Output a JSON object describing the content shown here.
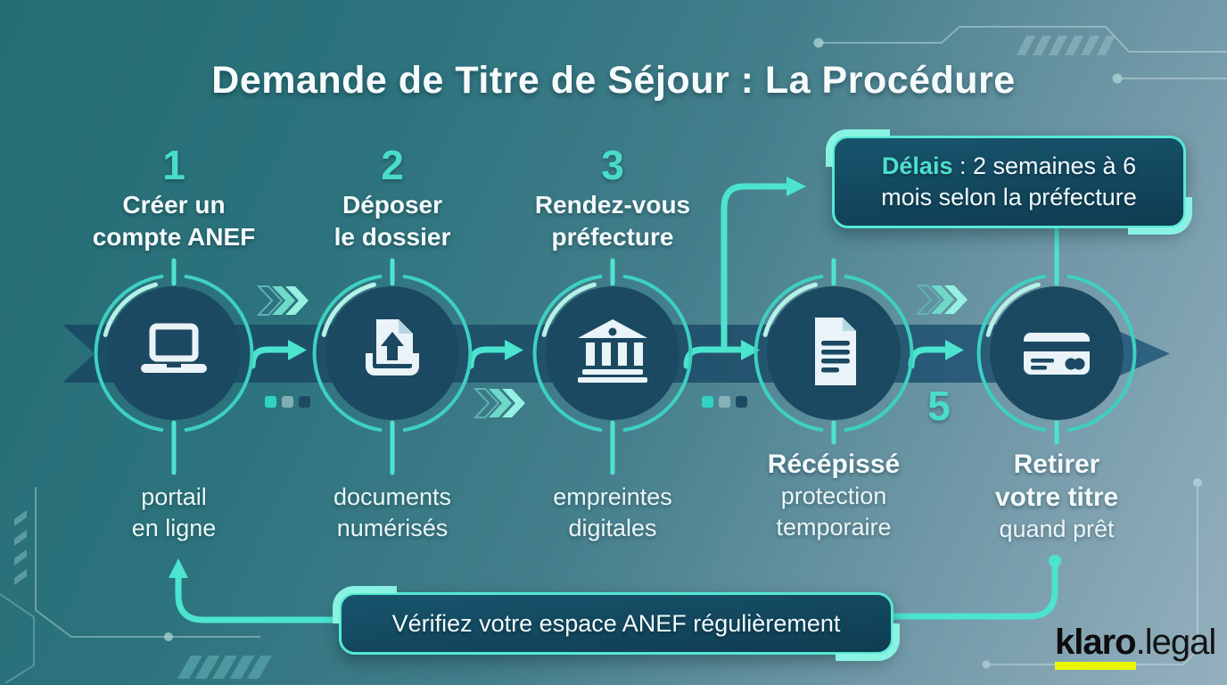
{
  "title": "Demande de Titre de Séjour : La Procédure",
  "steps": [
    {
      "number": "1",
      "title_lines": [
        "Créer un",
        "compte ANEF"
      ],
      "sub_lines": [
        "portail",
        "en ligne"
      ],
      "icon": "laptop-icon"
    },
    {
      "number": "2",
      "title_lines": [
        "Déposer",
        "le dossier"
      ],
      "sub_lines": [
        "documents",
        "numérisés"
      ],
      "icon": "document-upload-icon"
    },
    {
      "number": "3",
      "title_lines": [
        "Rendez-vous",
        "préfecture"
      ],
      "sub_lines": [
        "empreintes",
        "digitales"
      ],
      "icon": "bank-building-icon"
    },
    {
      "heading_lines": [
        "Récépissé"
      ],
      "sub_lines": [
        "protection",
        "temporaire"
      ],
      "icon": "receipt-document-icon"
    },
    {
      "number": "5",
      "heading_lines": [
        "Retirer",
        "votre titre"
      ],
      "sub_lines": [
        "quand prêt"
      ],
      "icon": "credit-card-icon"
    }
  ],
  "callouts": {
    "delais_keyword": "Délais",
    "delais_text": " : 2 semaines à 6 mois selon la préfecture",
    "verify_text": "Vérifiez votre espace ANEF régulièrement"
  },
  "logo": {
    "brand": "klaro",
    "suffix": ".legal"
  },
  "colors": {
    "background_teal": "#276e76",
    "background_blue_grey": "#93aebc",
    "band_navy": "#1d5068",
    "node_navy": "#1b4961",
    "accent_teal": "#4be4cf",
    "accent_mint": "#9ff0e4",
    "number_teal": "#49dcc9",
    "callout_fill": "#114458",
    "callout_border": "#56e8d4",
    "text_white": "#f4fafb",
    "logo_black": "#0d0d0d",
    "logo_underline_yellow": "#e8f707"
  }
}
